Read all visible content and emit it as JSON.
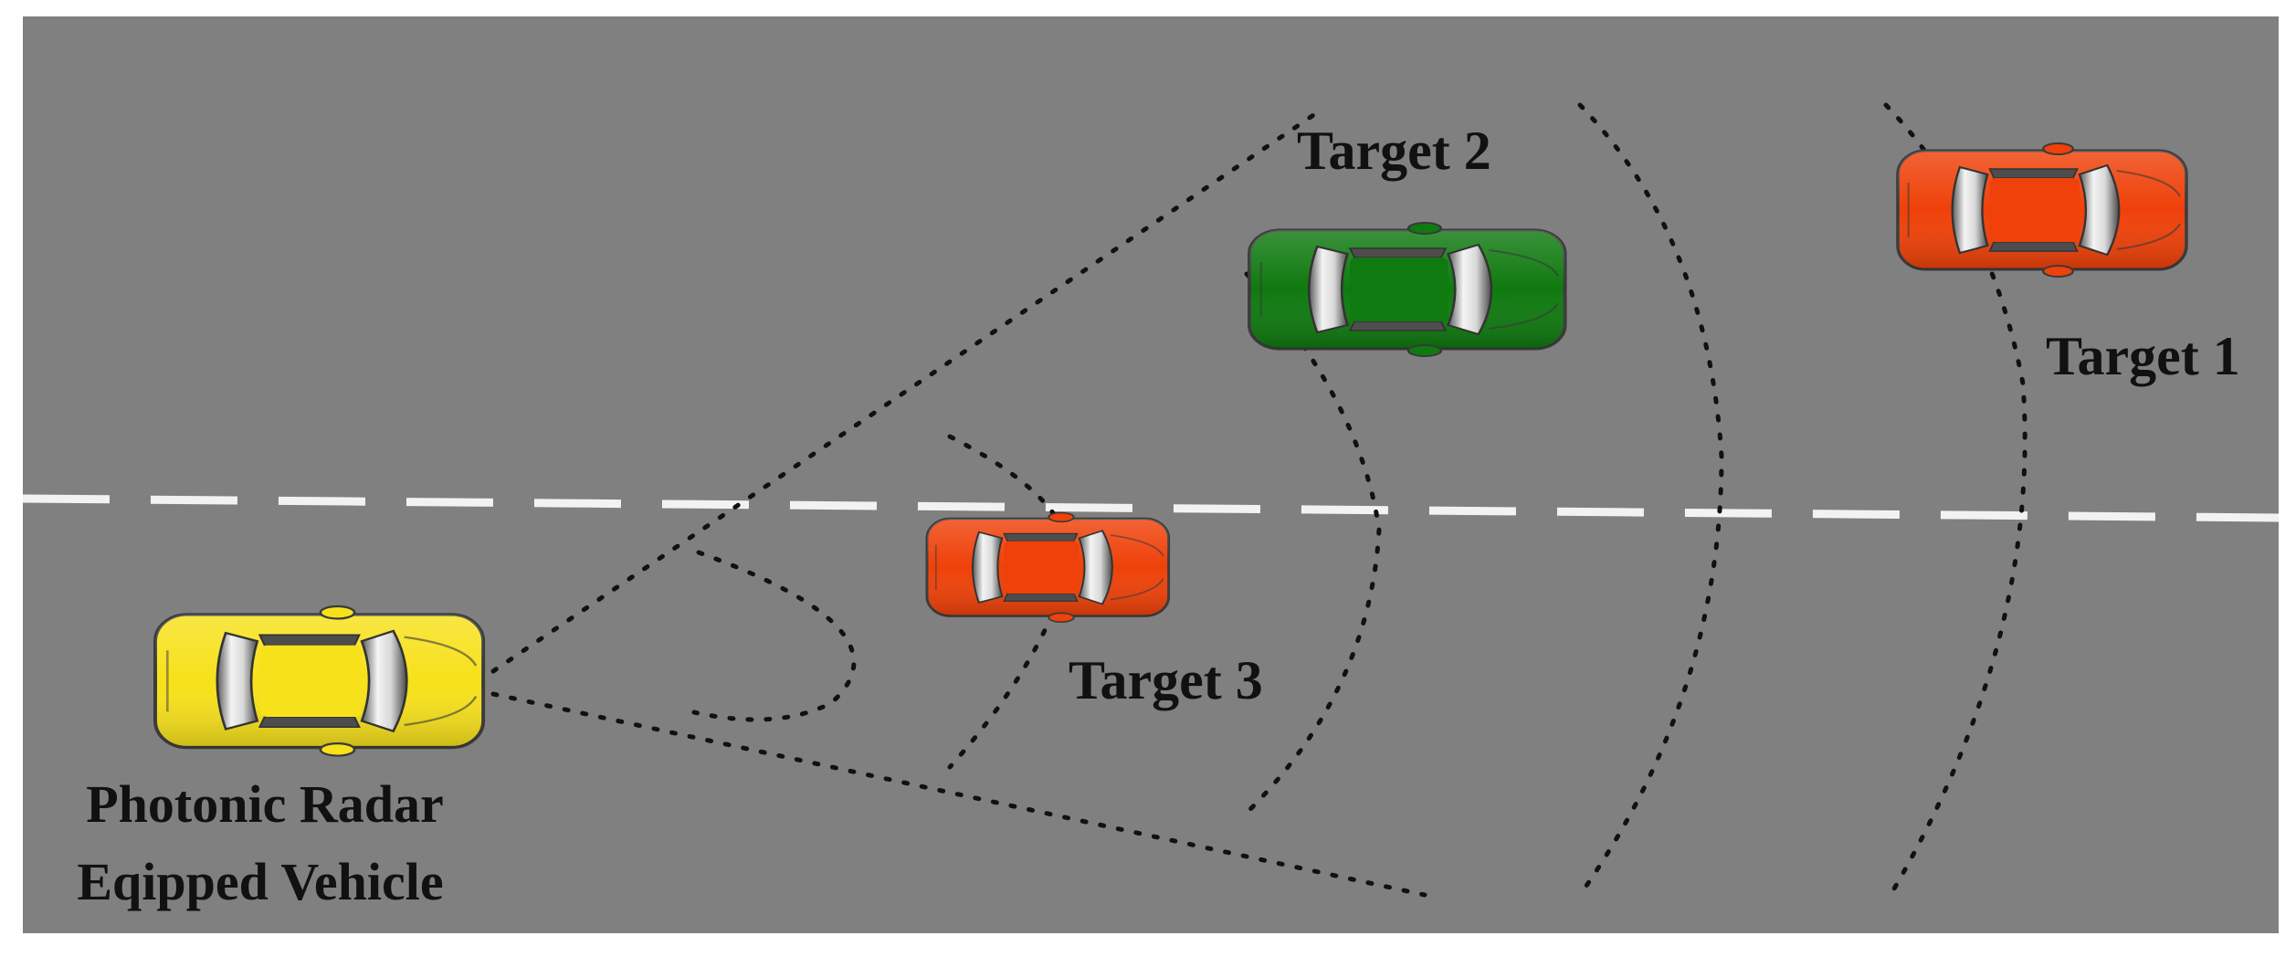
{
  "diagram": {
    "labels": {
      "target_1": "Target 1",
      "target_2": "Target 2",
      "target_3": "Target 3",
      "ego_line_1": "Photonic Radar",
      "ego_line_2": "Eqipped Vehicle"
    },
    "colors": {
      "road": "#808080",
      "lane_marking": "#f2f2f2",
      "beam": "#111111",
      "ego_vehicle": "#f7e11b",
      "target_1": "#ef4109",
      "target_2": "#0f7a0f",
      "target_3": "#ef4109",
      "glass": "#b9b9b9",
      "label_text": "#111111"
    },
    "vehicles": [
      {
        "id": "ego",
        "name": "photonic-radar-vehicle",
        "color_key": "ego_vehicle"
      },
      {
        "id": "t1",
        "name": "target-1-car",
        "color_key": "target_1"
      },
      {
        "id": "t2",
        "name": "target-2-car",
        "color_key": "target_2"
      },
      {
        "id": "t3",
        "name": "target-3-car",
        "color_key": "target_3"
      }
    ]
  }
}
